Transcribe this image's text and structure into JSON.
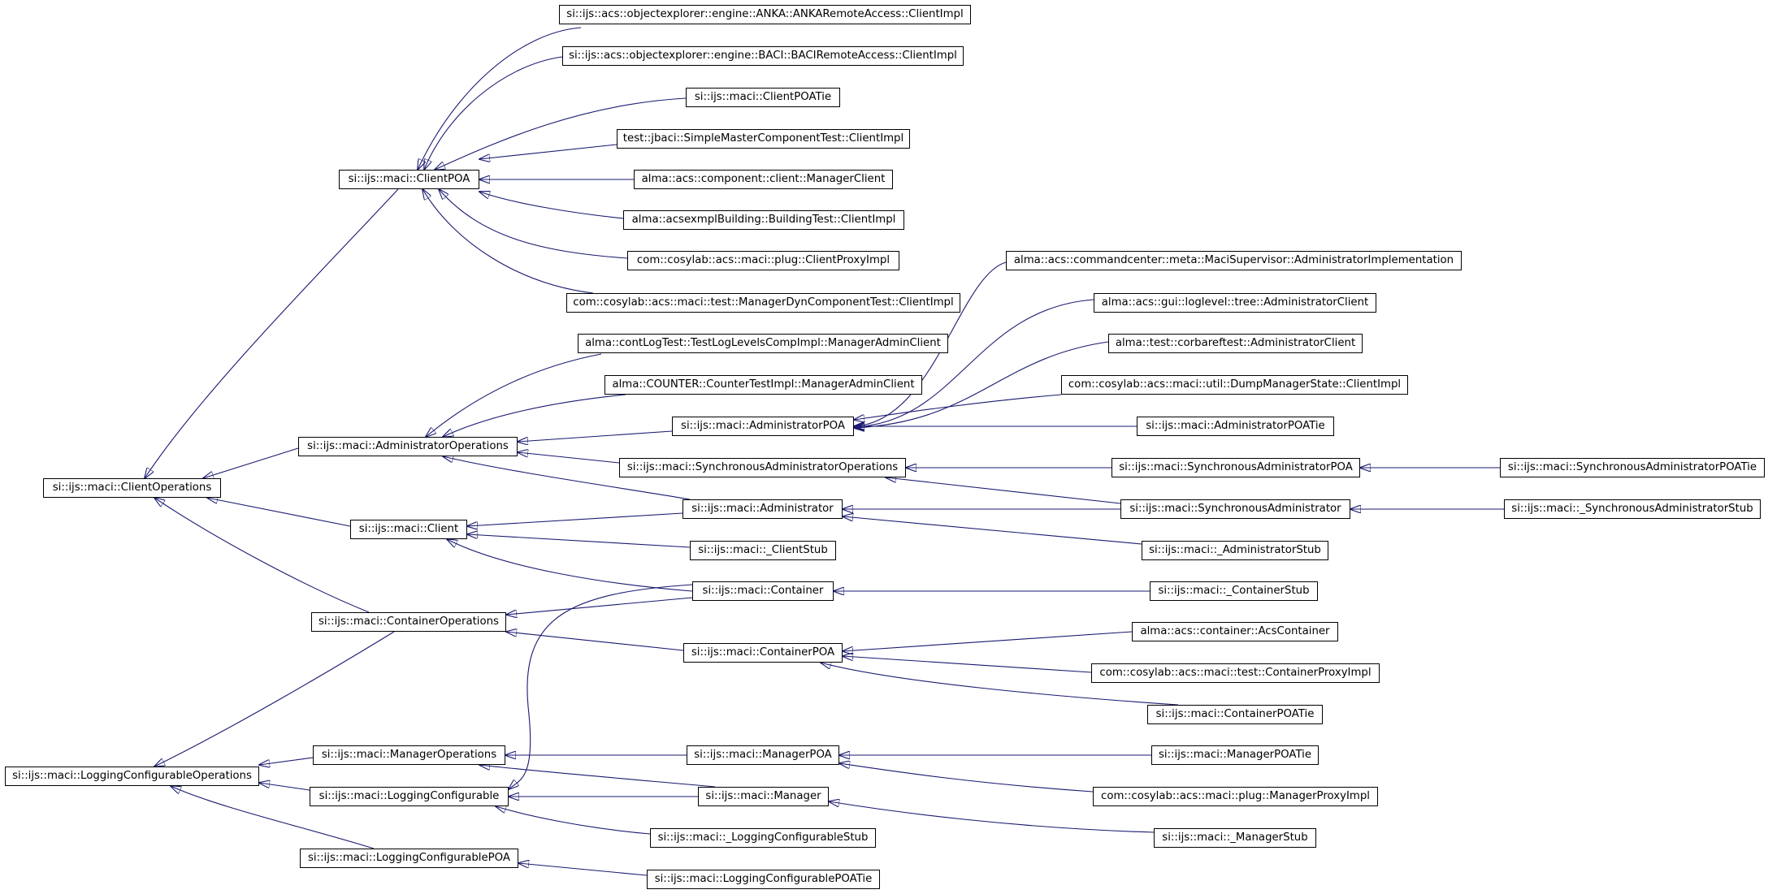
{
  "colors": {
    "edge": "#191970",
    "node_border": "#000000",
    "node_fill": "#ffffff",
    "background": "#ffffff"
  },
  "nodes": {
    "n01": "si::ijs::acs::objectexplorer::engine::ANKA::ANKARemoteAccess::ClientImpl",
    "n02": "si::ijs::acs::objectexplorer::engine::BACI::BACIRemoteAccess::ClientImpl",
    "n03": "si::ijs::maci::ClientPOATie",
    "n04": "test::jbaci::SimpleMasterComponentTest::ClientImpl",
    "n05": "si::ijs::maci::ClientPOA",
    "n06": "alma::acs::component::client::ManagerClient",
    "n07": "alma::acsexmplBuilding::BuildingTest::ClientImpl",
    "n08": "com::cosylab::acs::maci::plug::ClientProxyImpl",
    "n09": "com::cosylab::acs::maci::test::ManagerDynComponentTest::ClientImpl",
    "n10": "alma::acs::commandcenter::meta::MaciSupervisor::AdministratorImplementation",
    "n11": "alma::acs::gui::loglevel::tree::AdministratorClient",
    "n12": "alma::contLogTest::TestLogLevelsCompImpl::ManagerAdminClient",
    "n13": "alma::test::corbareftest::AdministratorClient",
    "n14": "alma::COUNTER::CounterTestImpl::ManagerAdminClient",
    "n15": "com::cosylab::acs::maci::util::DumpManagerState::ClientImpl",
    "n16": "si::ijs::maci::AdministratorPOA",
    "n17": "si::ijs::maci::AdministratorPOATie",
    "n18": "si::ijs::maci::AdministratorOperations",
    "n19": "si::ijs::maci::SynchronousAdministratorOperations",
    "n20": "si::ijs::maci::SynchronousAdministratorPOA",
    "n21": "si::ijs::maci::SynchronousAdministratorPOATie",
    "n22": "si::ijs::maci::ClientOperations",
    "n23": "si::ijs::maci::Administrator",
    "n24": "si::ijs::maci::SynchronousAdministrator",
    "n25": "si::ijs::maci::_SynchronousAdministratorStub",
    "n26": "si::ijs::maci::Client",
    "n27": "si::ijs::maci::_ClientStub",
    "n28": "si::ijs::maci::_AdministratorStub",
    "n29": "si::ijs::maci::Container",
    "n30": "si::ijs::maci::_ContainerStub",
    "n31": "si::ijs::maci::ContainerOperations",
    "n32": "alma::acs::container::AcsContainer",
    "n33": "si::ijs::maci::ContainerPOA",
    "n34": "com::cosylab::acs::maci::test::ContainerProxyImpl",
    "n35": "si::ijs::maci::ContainerPOATie",
    "n36": "si::ijs::maci::ManagerOperations",
    "n37": "si::ijs::maci::ManagerPOA",
    "n38": "si::ijs::maci::ManagerPOATie",
    "n39": "si::ijs::maci::LoggingConfigurableOperations",
    "n40": "com::cosylab::acs::maci::plug::ManagerProxyImpl",
    "n41": "si::ijs::maci::LoggingConfigurable",
    "n42": "si::ijs::maci::Manager",
    "n43": "si::ijs::maci::_LoggingConfigurableStub",
    "n44": "si::ijs::maci::_ManagerStub",
    "n45": "si::ijs::maci::LoggingConfigurablePOA",
    "n46": "si::ijs::maci::LoggingConfigurablePOATie"
  }
}
